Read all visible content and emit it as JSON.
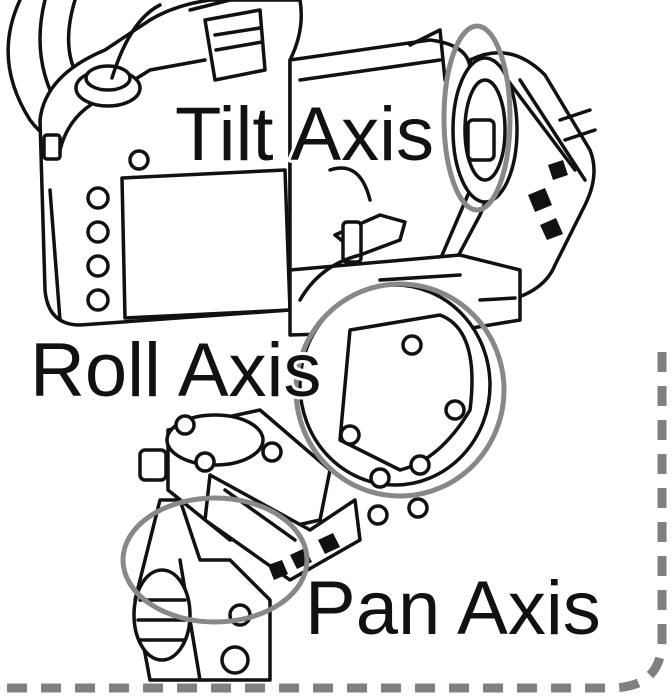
{
  "labels": {
    "tilt": "Tilt Axis",
    "roll": "Roll Axis",
    "pan": "Pan Axis"
  },
  "colors": {
    "line_art": "#111111",
    "axis_ring": "#888888",
    "dashed_border": "#808080",
    "background": "#ffffff"
  }
}
